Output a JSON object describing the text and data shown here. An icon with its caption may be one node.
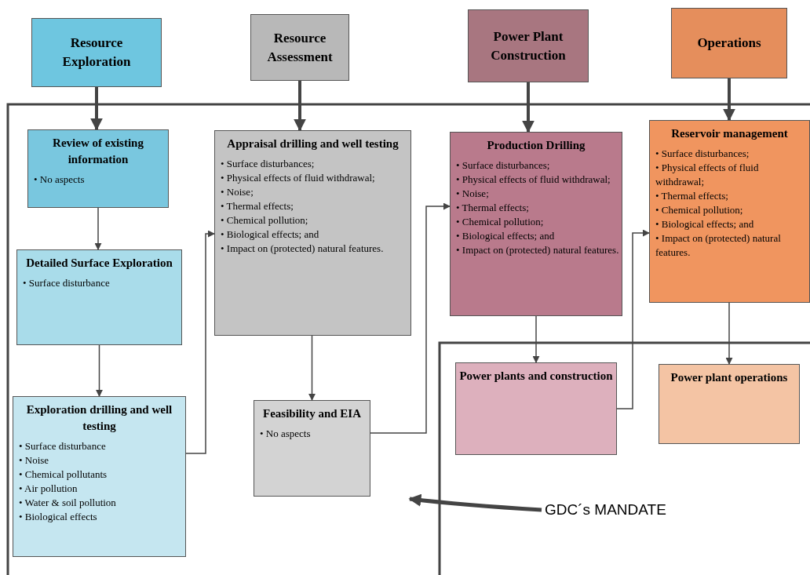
{
  "diagram": {
    "nodes": [
      {
        "text": [
          "Resource Exploration"
        ]
      },
      {
        "text": [
          "Resource Assessment"
        ]
      },
      {
        "text": [
          "Power Plant Construction"
        ]
      },
      {
        "text": [
          "Operations"
        ]
      },
      {
        "text": [
          "Review of existing information",
          "• No aspects"
        ]
      },
      {
        "text": [
          "Detailed Surface Exploration",
          "• Surface disturbance"
        ]
      },
      {
        "text": [
          "Exploration drilling and well testing",
          "• Surface disturbance",
          "• Noise",
          "• Chemical pollutants",
          "• Air pollution",
          "• Water & soil pollution",
          "• Biological effects"
        ]
      },
      {
        "text": [
          "Appraisal drilling and well testing",
          "• Surface disturbances;",
          "• Physical effects of fluid withdrawal;",
          "• Noise;",
          "• Thermal effects;",
          "• Chemical pollution;",
          "• Biological effects; and",
          "• Impact on (protected) natural features."
        ]
      },
      {
        "text": [
          "Feasibility and EIA",
          "• No aspects"
        ]
      },
      {
        "text": [
          "Production Drilling",
          "• Surface disturbances;",
          "• Physical effects of fluid withdrawal;",
          "• Noise;",
          "• Thermal effects;",
          "• Chemical pollution;",
          "• Biological effects; and",
          "• Impact on (protected) natural features."
        ]
      },
      {
        "text": [
          "Reservoir management",
          "• Surface disturbances;",
          "• Physical effects of fluid withdrawal;",
          "• Thermal effects;",
          "• Chemical pollution;",
          "• Biological effects; and",
          "• Impact on (protected) natural features."
        ]
      },
      {
        "text": [
          "Power plants and construction"
        ]
      },
      {
        "text": [
          "Power plant operations"
        ]
      },
      {
        "text": [
          "GDC´s MANDATE"
        ]
      }
    ],
    "edges": [
      {
        "from": 0,
        "to": 4,
        "arrow": "to",
        "style": "thick"
      },
      {
        "from": 1,
        "to": 7,
        "arrow": "to",
        "style": "thick"
      },
      {
        "from": 2,
        "to": 9,
        "arrow": "to",
        "style": "thick"
      },
      {
        "from": 3,
        "to": 10,
        "arrow": "to",
        "style": "thick"
      },
      {
        "from": 4,
        "to": 5,
        "arrow": "to"
      },
      {
        "from": 5,
        "to": 6,
        "arrow": "to"
      },
      {
        "from": 6,
        "to": 7,
        "arrow": "to"
      },
      {
        "from": 7,
        "to": 8,
        "arrow": "to"
      },
      {
        "from": 8,
        "to": 9,
        "arrow": "to"
      },
      {
        "from": 9,
        "to": 11,
        "arrow": "to"
      },
      {
        "from": 10,
        "to": 12,
        "arrow": "to"
      },
      {
        "from": 11,
        "to": 10,
        "arrow": "to"
      },
      {
        "from": 13,
        "to": null,
        "arrow": "to",
        "style": "thick"
      }
    ]
  }
}
